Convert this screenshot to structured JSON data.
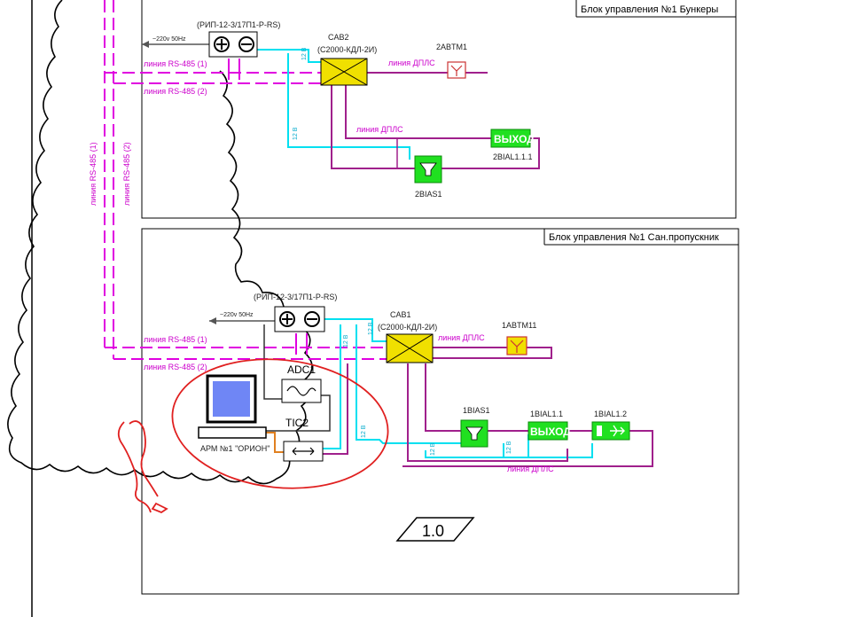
{
  "blocks": {
    "bunkers_title": "Блок управления №1 Бункеры",
    "sanpro_title": "Блок управления №1  Сан.пропускник"
  },
  "upper": {
    "rip": "(РИП-12-3/17П1-Р-RS)",
    "mains": "~220v 50Hz",
    "cab": "CAB2",
    "cab_model": "(С2000-КДЛ-2И)",
    "rs1": "линия RS-485 (1)",
    "rs2": "линия RS-485 (2)",
    "dpls1": "линия ДПЛС",
    "dpls2": "линия ДПЛС",
    "atm": "2ABTM1",
    "exit_text": "ВЫХОД",
    "exit_tag": "2BIAL1.1.1",
    "siren_tag": "2BIAS1",
    "v12a": "12 В",
    "v12b": "12 В"
  },
  "vertical": {
    "rs1": "линия RS-485 (1)",
    "rs2": "линия RS-485 (2)"
  },
  "lower": {
    "rip": "(РИП-12-3/17П1-Р-RS)",
    "mains": "~220v 50Hz",
    "cab": "CAB1",
    "cab_model": "(С2000-КДЛ-2И)",
    "rs1": "линия RS-485 (1)",
    "rs2": "линия RS-485 (2)",
    "dpls1": "линия ДПЛС",
    "dpls2": "линия ДПЛС",
    "atm": "1ABTM11",
    "adc": "ADC1",
    "tic": "TIC2",
    "arm": "АРМ №1 \"ОРИОН\"",
    "siren_tag": "1BIAS1",
    "exit_text": "ВЫХОД",
    "exit_tag": "1BIAL1.1",
    "evac_tag": "1BIAL1.2",
    "v12a": "12 В",
    "v12b": "12 В",
    "v12c": "12 В",
    "v12d": "12 В",
    "v12e": "12 В"
  },
  "sheet": {
    "number": "1.0"
  },
  "colors": {
    "rs485": "#e000e0",
    "dpls": "#a0208c",
    "power": "#00e0f0",
    "device": "#f0e000",
    "annunciator": "#20e020",
    "markup": "#e02020"
  }
}
